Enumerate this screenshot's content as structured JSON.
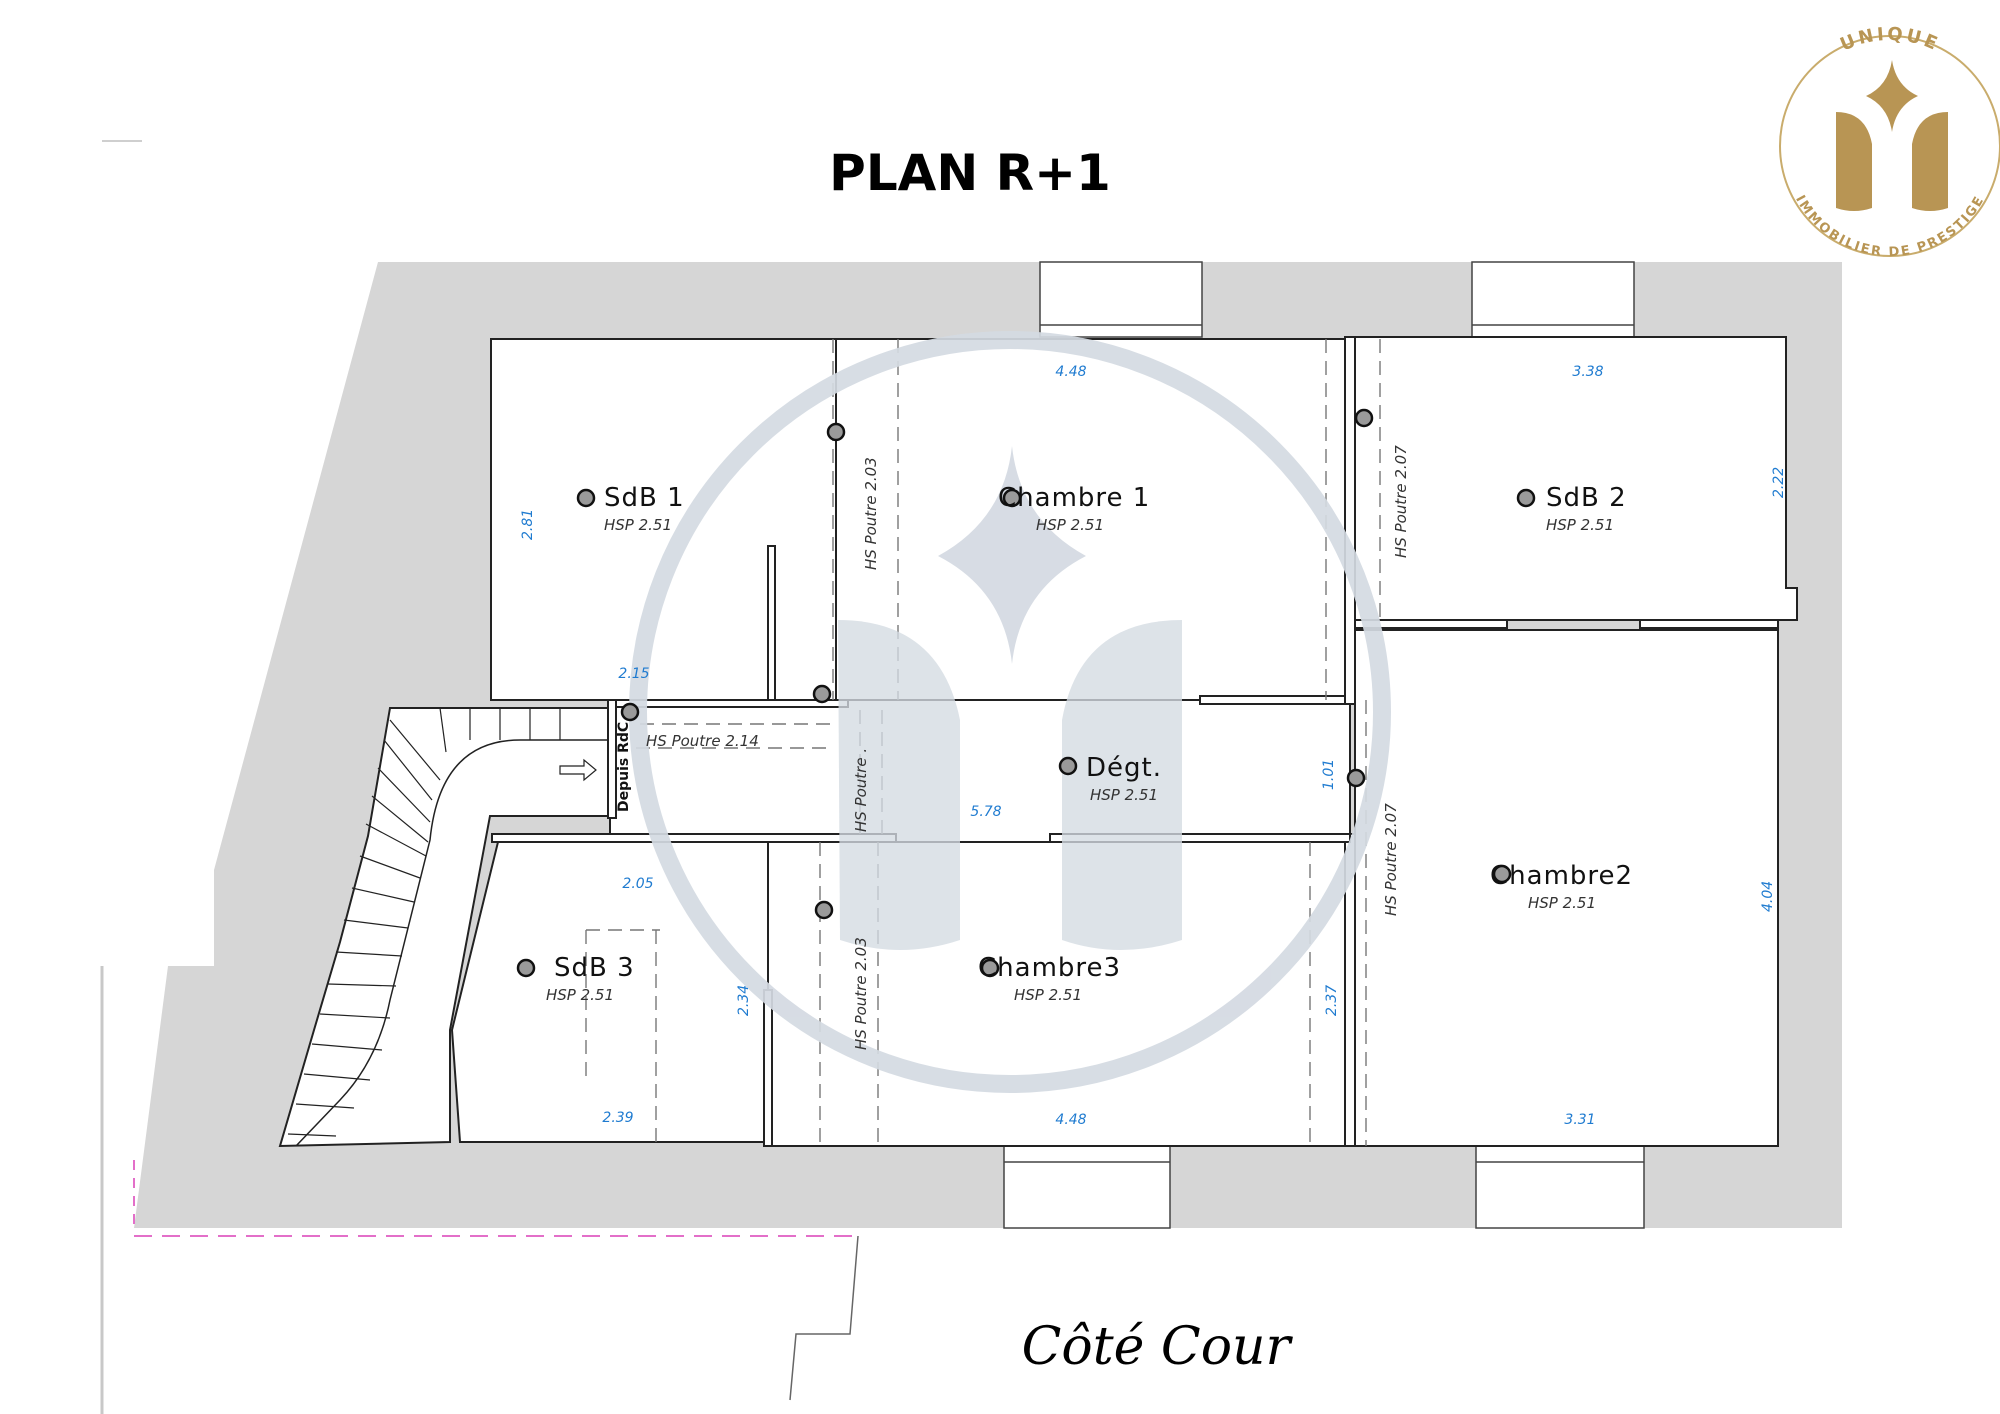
{
  "title": "PLAN R+1",
  "footer_label": "Côté Cour",
  "stair_label": "Depuis RdC",
  "logo": {
    "top_text": "UNIQUE",
    "bottom_text": "IMMOBILIER DE PRESTIGE",
    "color": "#b89554"
  },
  "rooms": {
    "sdb1": {
      "name": "SdB 1",
      "hsp": "HSP 2.51"
    },
    "chambre1": {
      "name": "Chambre 1",
      "hsp": "HSP 2.51"
    },
    "sdb2": {
      "name": "SdB 2",
      "hsp": "HSP 2.51"
    },
    "degt": {
      "name": "Dégt.",
      "hsp": "HSP 2.51"
    },
    "chambre2": {
      "name": "Chambre2",
      "hsp": "HSP 2.51"
    },
    "sdb3": {
      "name": "SdB 3",
      "hsp": "HSP 2.51"
    },
    "chambre3": {
      "name": "Chambre3",
      "hsp": "HSP 2.51"
    }
  },
  "dimensions": {
    "chambre1_width": "4.48",
    "sdb2_width": "3.38",
    "sdb1_height": "2.81",
    "sdb2_height": "2.22",
    "sdb1_width": "2.15",
    "degt_length": "5.78",
    "degt_width": "1.01",
    "chambre2_height": "4.04",
    "sdb3_top": "2.05",
    "sdb3_height": "2.34",
    "chambre3_height": "2.37",
    "sdb3_bottom": "2.39",
    "chambre3_width": "4.48",
    "chambre2_width": "3.31"
  },
  "beams": {
    "b1": "HS Poutre 2.03",
    "b2": "HS Poutre 2.07",
    "b3": "HS Poutre 2.14",
    "b4": "HS Poutre .",
    "b5": "HS Poutre 2.07",
    "b6": "HS Poutre 2.03"
  },
  "colors": {
    "wall": "#d6d6d6",
    "dimension": "#1f7bd0",
    "watermark": "#d4dae2"
  }
}
